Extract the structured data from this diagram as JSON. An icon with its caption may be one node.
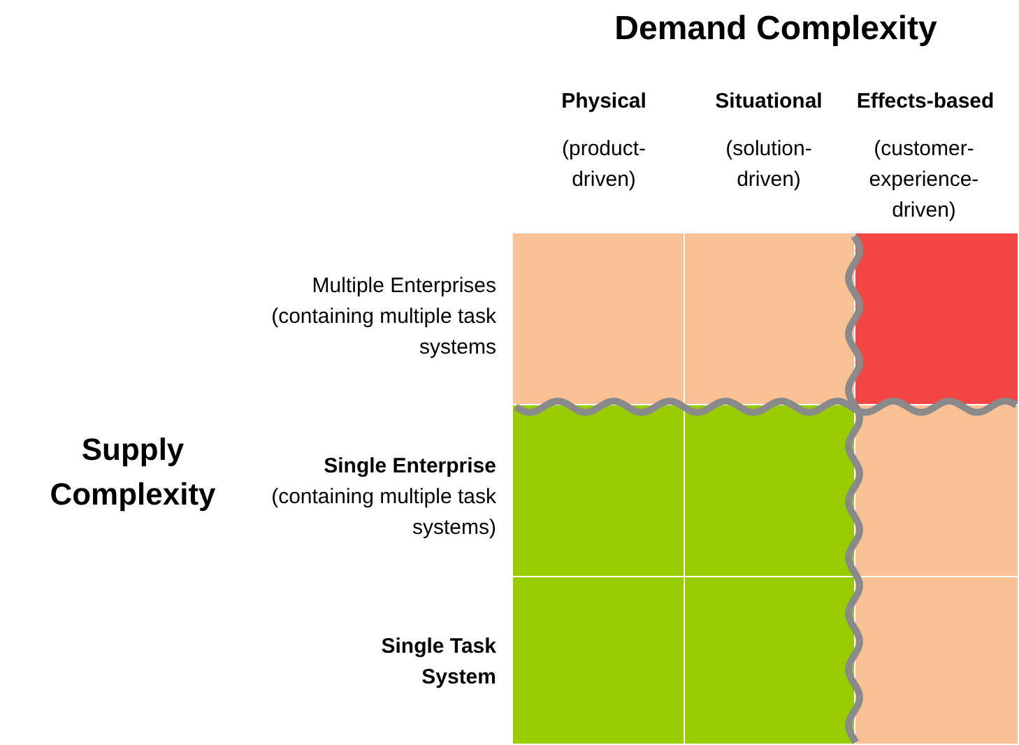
{
  "diagram": {
    "title": "Demand Complexity",
    "labels": [
      "Physical",
      "(product-driven)",
      "Situational",
      "(solution-driven)",
      "Effects-based",
      "(customer-experience-driven)",
      "Supply Complexity",
      "Multiple Enterprises (containing multiple task systems",
      "**Single Enterprise** (containing multiple task systems)",
      "Single Task System"
    ]
  }
}
